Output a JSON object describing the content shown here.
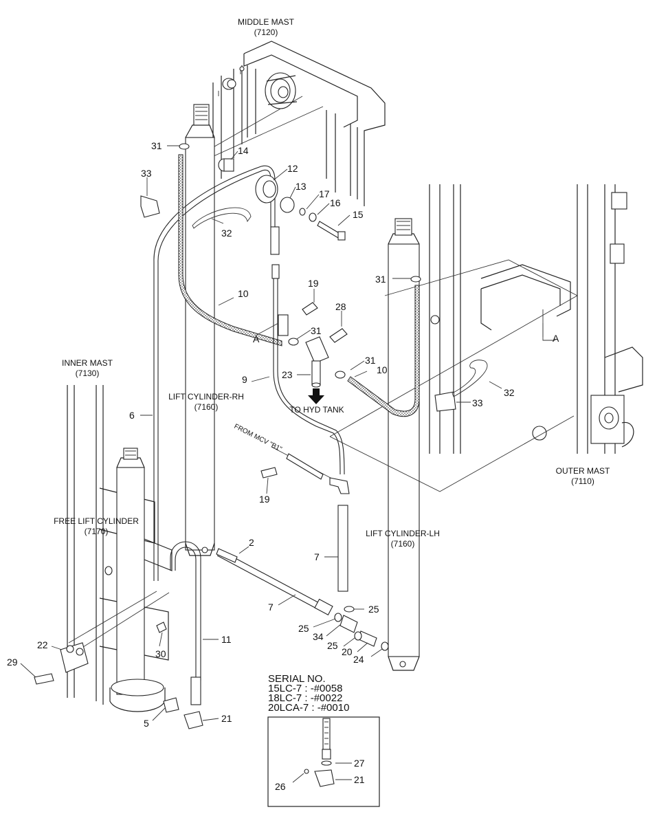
{
  "labels": {
    "middle_mast": "MIDDLE MAST",
    "middle_mast_code": "(7120)",
    "inner_mast": "INNER MAST",
    "inner_mast_code": "(7130)",
    "outer_mast": "OUTER MAST",
    "outer_mast_code": "(7110)",
    "lift_cylinder_rh": "LIFT CYLINDER-RH",
    "lift_cylinder_rh_code": "(7160)",
    "lift_cylinder_lh": "LIFT CYLINDER-LH",
    "lift_cylinder_lh_code": "(7160)",
    "free_lift_cylinder": "FREE LIFT CYLINDER",
    "free_lift_cylinder_code": "(7170)",
    "to_hyd_tank": "TO HYD TANK",
    "from_mcv": "FROM MCV \"B1\"",
    "section_a_left": "A",
    "section_a_right": "A"
  },
  "serial": {
    "title": "SERIAL NO.",
    "line1": "15LC-7 : -#0058",
    "line2": "18LC-7 : -#0022",
    "line3": "20LCA-7 : -#0010"
  },
  "callouts": {
    "c31a": "31",
    "c14": "14",
    "c12": "12",
    "c33a": "33",
    "c13": "13",
    "c17": "17",
    "c16": "16",
    "c15": "15",
    "c32a": "32",
    "c31b": "31",
    "c19a": "19",
    "c10a": "10",
    "c28": "28",
    "c31c": "31",
    "c31d": "31",
    "c10b": "10",
    "c23": "23",
    "c9": "9",
    "c6": "6",
    "c32b": "32",
    "c33b": "33",
    "c19b": "19",
    "c2": "2",
    "c7a": "7",
    "c7b": "7",
    "c25a": "25",
    "c25b": "25",
    "c34": "34",
    "c25c": "25",
    "c20": "20",
    "c24": "24",
    "c11": "11",
    "c22": "22",
    "c30": "30",
    "c29": "29",
    "c5": "5",
    "c21a": "21",
    "c27": "27",
    "c26": "26",
    "c21b": "21"
  }
}
